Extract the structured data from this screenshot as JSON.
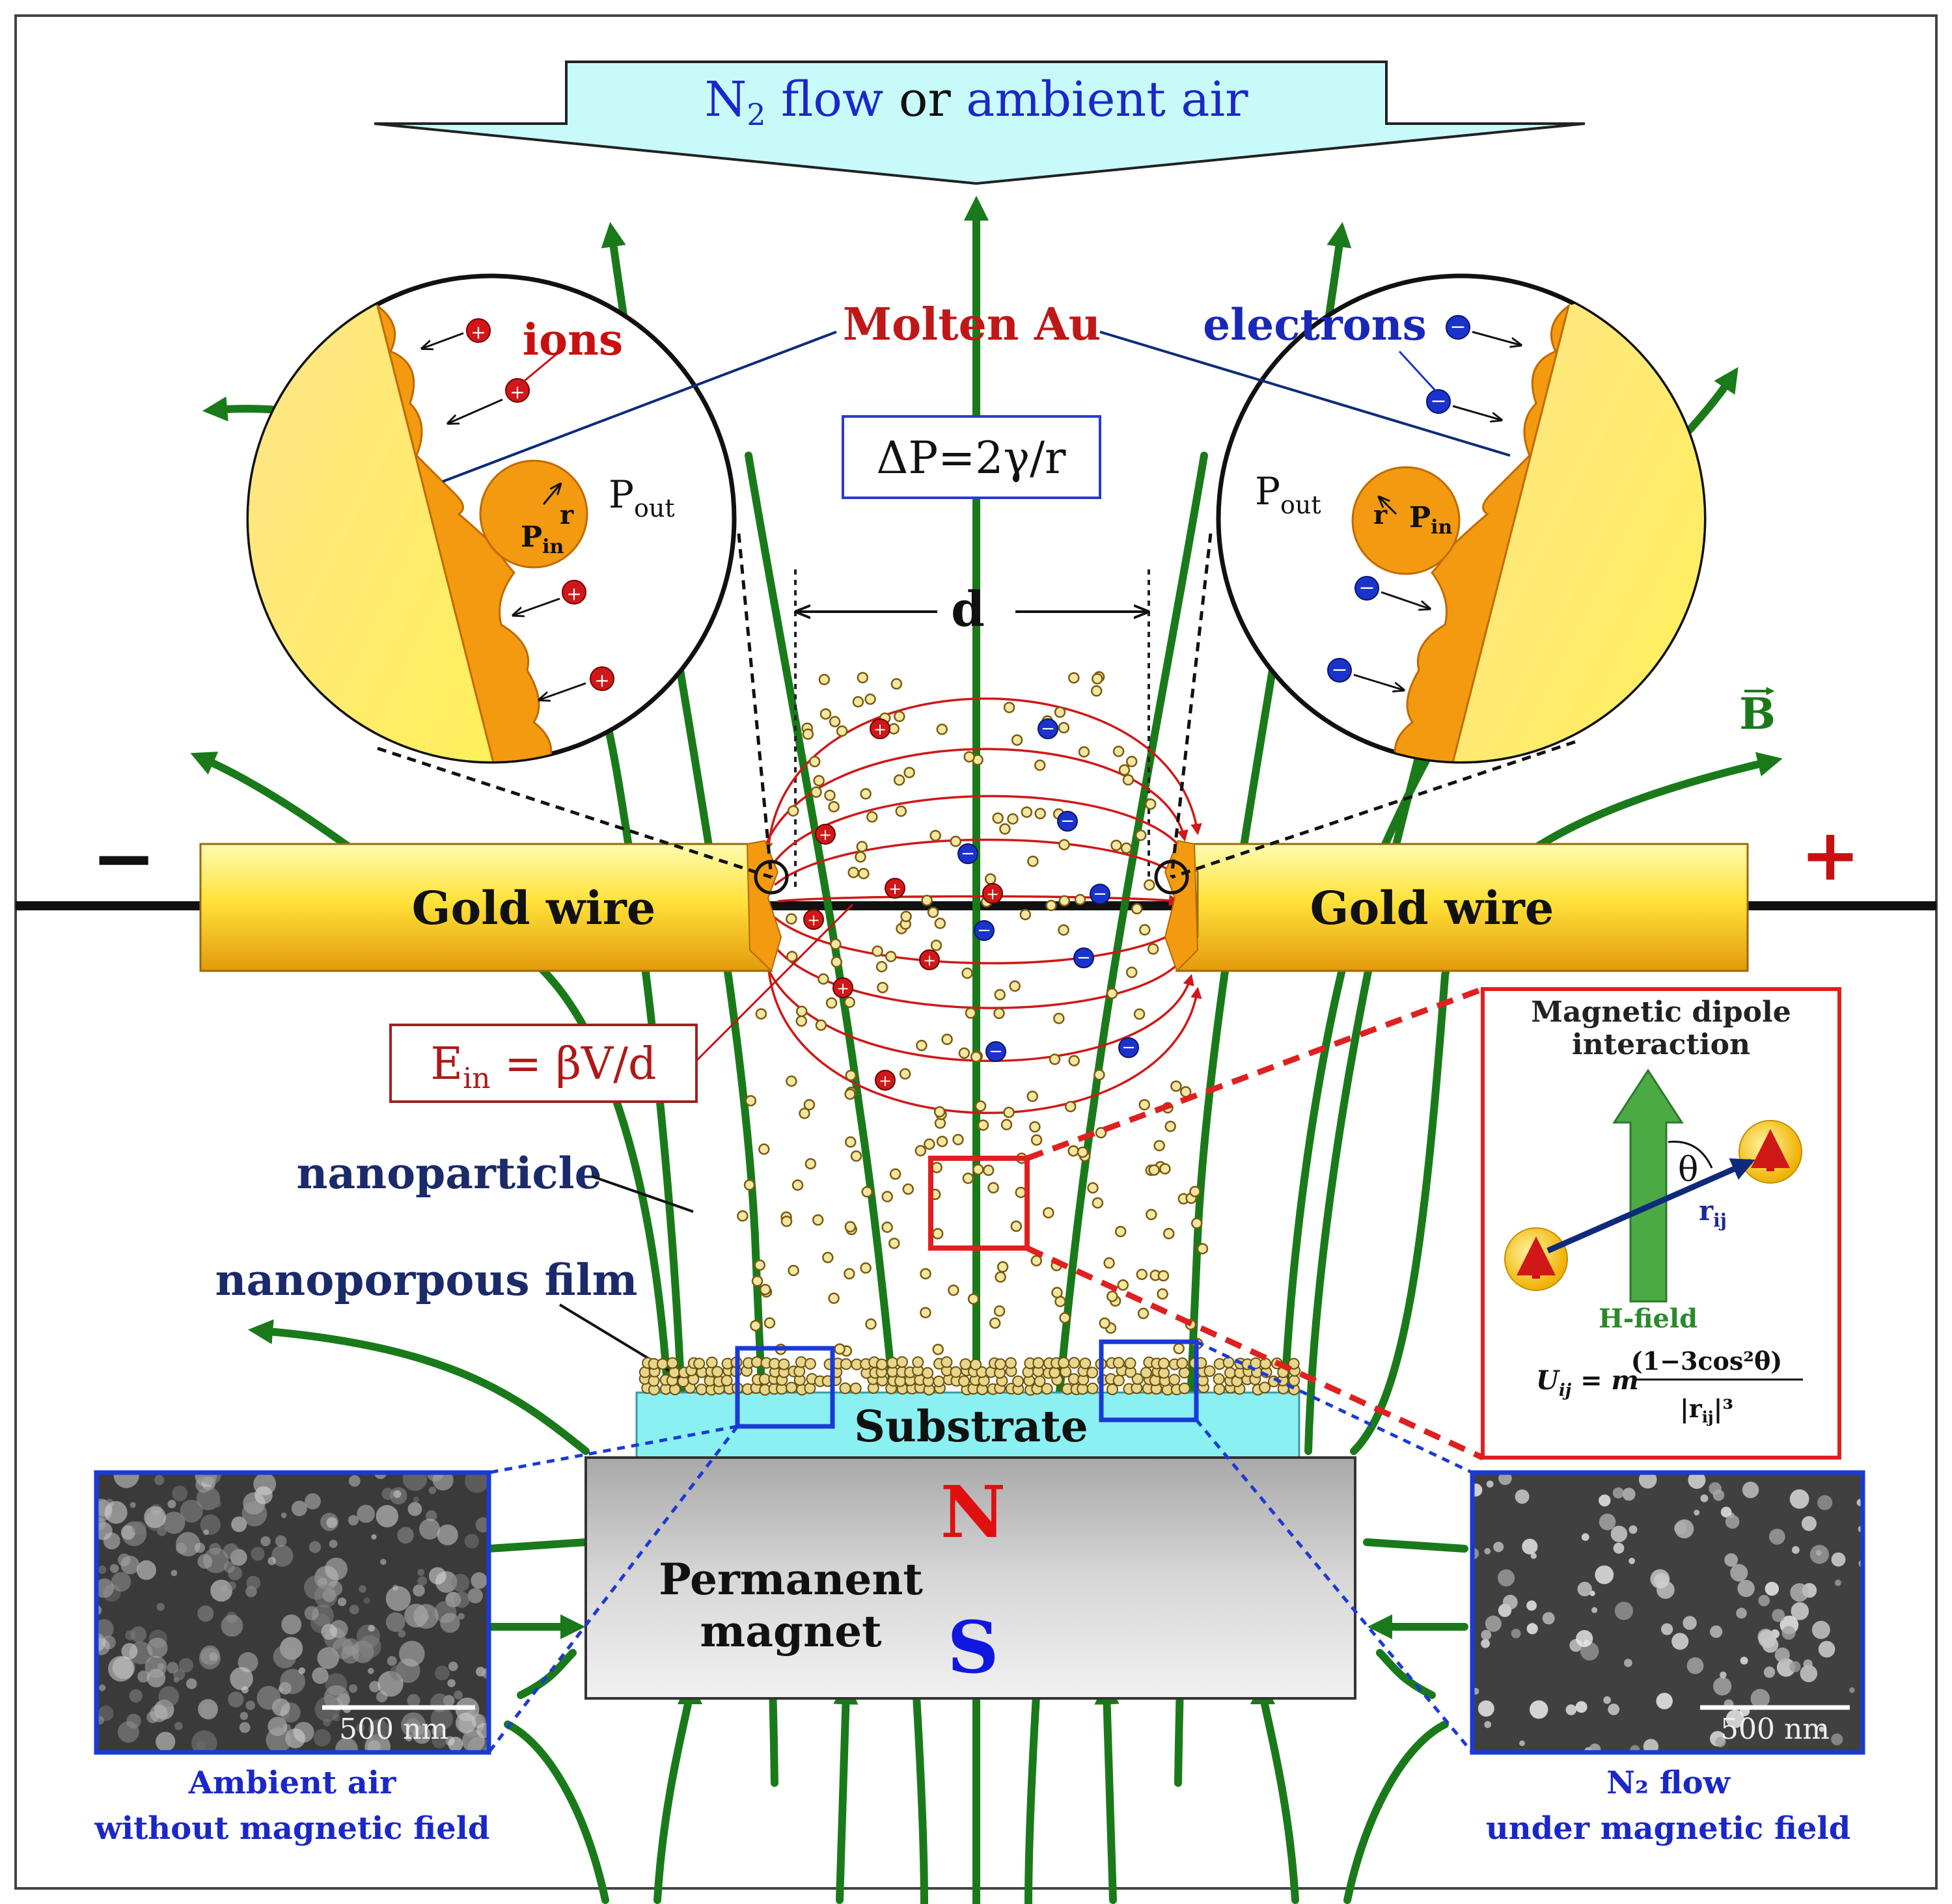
{
  "banner": {
    "n2_part": "N",
    "n2_sub": "2",
    "flow_word": " flow",
    "or_word": " or ",
    "ambient_word": "ambient air"
  },
  "labels": {
    "molten_au": "Molten Au",
    "ions": "ions",
    "electrons": "electrons",
    "pressure_eq": "ΔP=2γ/r",
    "gap": "d",
    "b_field": "B",
    "minus": "−",
    "plus": "+",
    "gold_wire_left": "Gold wire",
    "gold_wire_right": "Gold wire",
    "field_eq_main": "E",
    "field_eq_sub": "in",
    "field_eq_rest": " = βV/d",
    "nanoparticle": "nanoparticle",
    "nanoporous_film": "nanoporpous film",
    "substrate": "Substrate",
    "magnet_north": "N",
    "magnet_south": "S",
    "magnet_name_1": "Permanent",
    "magnet_name_2": "magnet"
  },
  "bubble_left": {
    "p_out": "P",
    "p_out_sub": "out",
    "p_in": "P",
    "p_in_sub": "in",
    "r": "r"
  },
  "bubble_right": {
    "p_out": "P",
    "p_out_sub": "out",
    "p_in": "P",
    "p_in_sub": "in",
    "r": "r"
  },
  "inset_dipole": {
    "title_1": "Magnetic dipole",
    "title_2": "interaction",
    "theta": "θ",
    "r_ij": "r",
    "r_ij_sub": "ij",
    "h_field": "H-field",
    "formula_lhs": "U",
    "formula_lhs_sub": "ij",
    "formula_eq": " = m",
    "formula_num": "(1−3cos²θ)",
    "formula_den": "|r",
    "formula_den_sub": "ij",
    "formula_den_end": "|³"
  },
  "sem_left": {
    "scale": "500 nm",
    "caption_1": "Ambient air",
    "caption_2": "without magnetic field"
  },
  "sem_right": {
    "scale": "500 nm",
    "caption_1": "N₂ flow",
    "caption_2": "under magnetic field"
  },
  "colors": {
    "field_line": "#1a7a1a",
    "gold_light": "#fff27a",
    "gold_dark": "#e0a30a",
    "molten": "#f39a10",
    "ion_red": "#cc1111",
    "electron_blue": "#1133cc",
    "banner_fill": "#c8fafa",
    "substrate": "#8af0f2",
    "magnet": "#bdbdbd",
    "inset_red": "#e02020",
    "inset_blue": "#1a3ad6"
  }
}
